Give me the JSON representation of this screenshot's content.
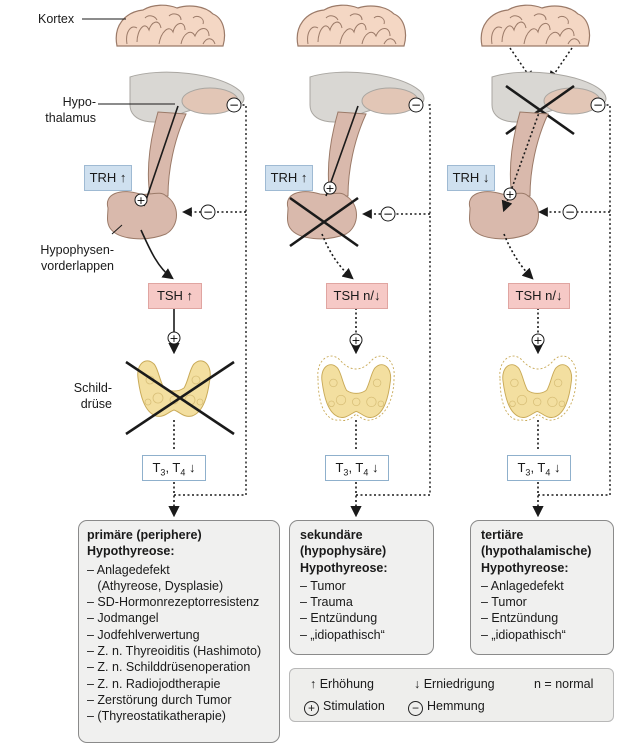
{
  "labels": {
    "kortex": "Kortex",
    "hypothalamus_1": "Hypo-",
    "hypothalamus_2": "thalamus",
    "hvl_1": "Hypophysen-",
    "hvl_2": "vorderlappen",
    "sd_1": "Schild-",
    "sd_2": "drüse"
  },
  "columns": [
    {
      "trh": "TRH ↑",
      "tsh": "TSH ↑",
      "t34_prefix": "T",
      "t34_sub1": "3",
      "t34_mid": ", T",
      "t34_sub2": "4",
      "t34_arrow": " ↓",
      "title": [
        "primäre (periphere)",
        "Hypothyreose:"
      ],
      "items": [
        "– Anlagedefekt",
        "   (Athyreose, Dysplasie)",
        "– SD-Hormonrezeptorresistenz",
        "– Jodmangel",
        "– Jodfehlverwertung",
        "– Z. n. Thyreoiditis (Hashimoto)",
        "– Z. n. Schilddrüsenoperation",
        "– Z. n. Radiojodtherapie",
        "– Zerstörung durch Tumor",
        "– (Thyreostatikatherapie)"
      ]
    },
    {
      "trh": "TRH ↑",
      "tsh": "TSH n/↓",
      "t34_prefix": "T",
      "t34_sub1": "3",
      "t34_mid": ", T",
      "t34_sub2": "4",
      "t34_arrow": " ↓",
      "title": [
        "sekundäre",
        "(hypophysäre)",
        "Hypothyreose:"
      ],
      "items": [
        "– Tumor",
        "– Trauma",
        "– Entzündung",
        "– „idiopathisch“"
      ]
    },
    {
      "trh": "TRH ↓",
      "tsh": "TSH n/↓",
      "t34_prefix": "T",
      "t34_sub1": "3",
      "t34_mid": ", T",
      "t34_sub2": "4",
      "t34_arrow": " ↓",
      "title": [
        "tertiäre",
        "(hypothalamische)",
        "Hypothyreose:"
      ],
      "items": [
        "– Anlagedefekt",
        "– Tumor",
        "– Entzündung",
        "– „idiopathisch“"
      ]
    }
  ],
  "legend": {
    "erhoehung": "↑ Erhöhung",
    "erniedrigung": "↓ Erniedrigung",
    "normal": "n = normal",
    "stimulation_sym": "+",
    "stimulation": "Stimulation",
    "hemmung_sym": "−",
    "hemmung": "Hemmung"
  },
  "colors": {
    "brain": "#f4d7c4",
    "brain_stroke": "#9b7a68",
    "hypothalamus_gray": "#d9d7d3",
    "pituitary": "#d9b9ac",
    "thyroid": "#f3dfa0",
    "trh_badge": "#cfe0ef",
    "tsh_badge": "#f6c9c6"
  }
}
